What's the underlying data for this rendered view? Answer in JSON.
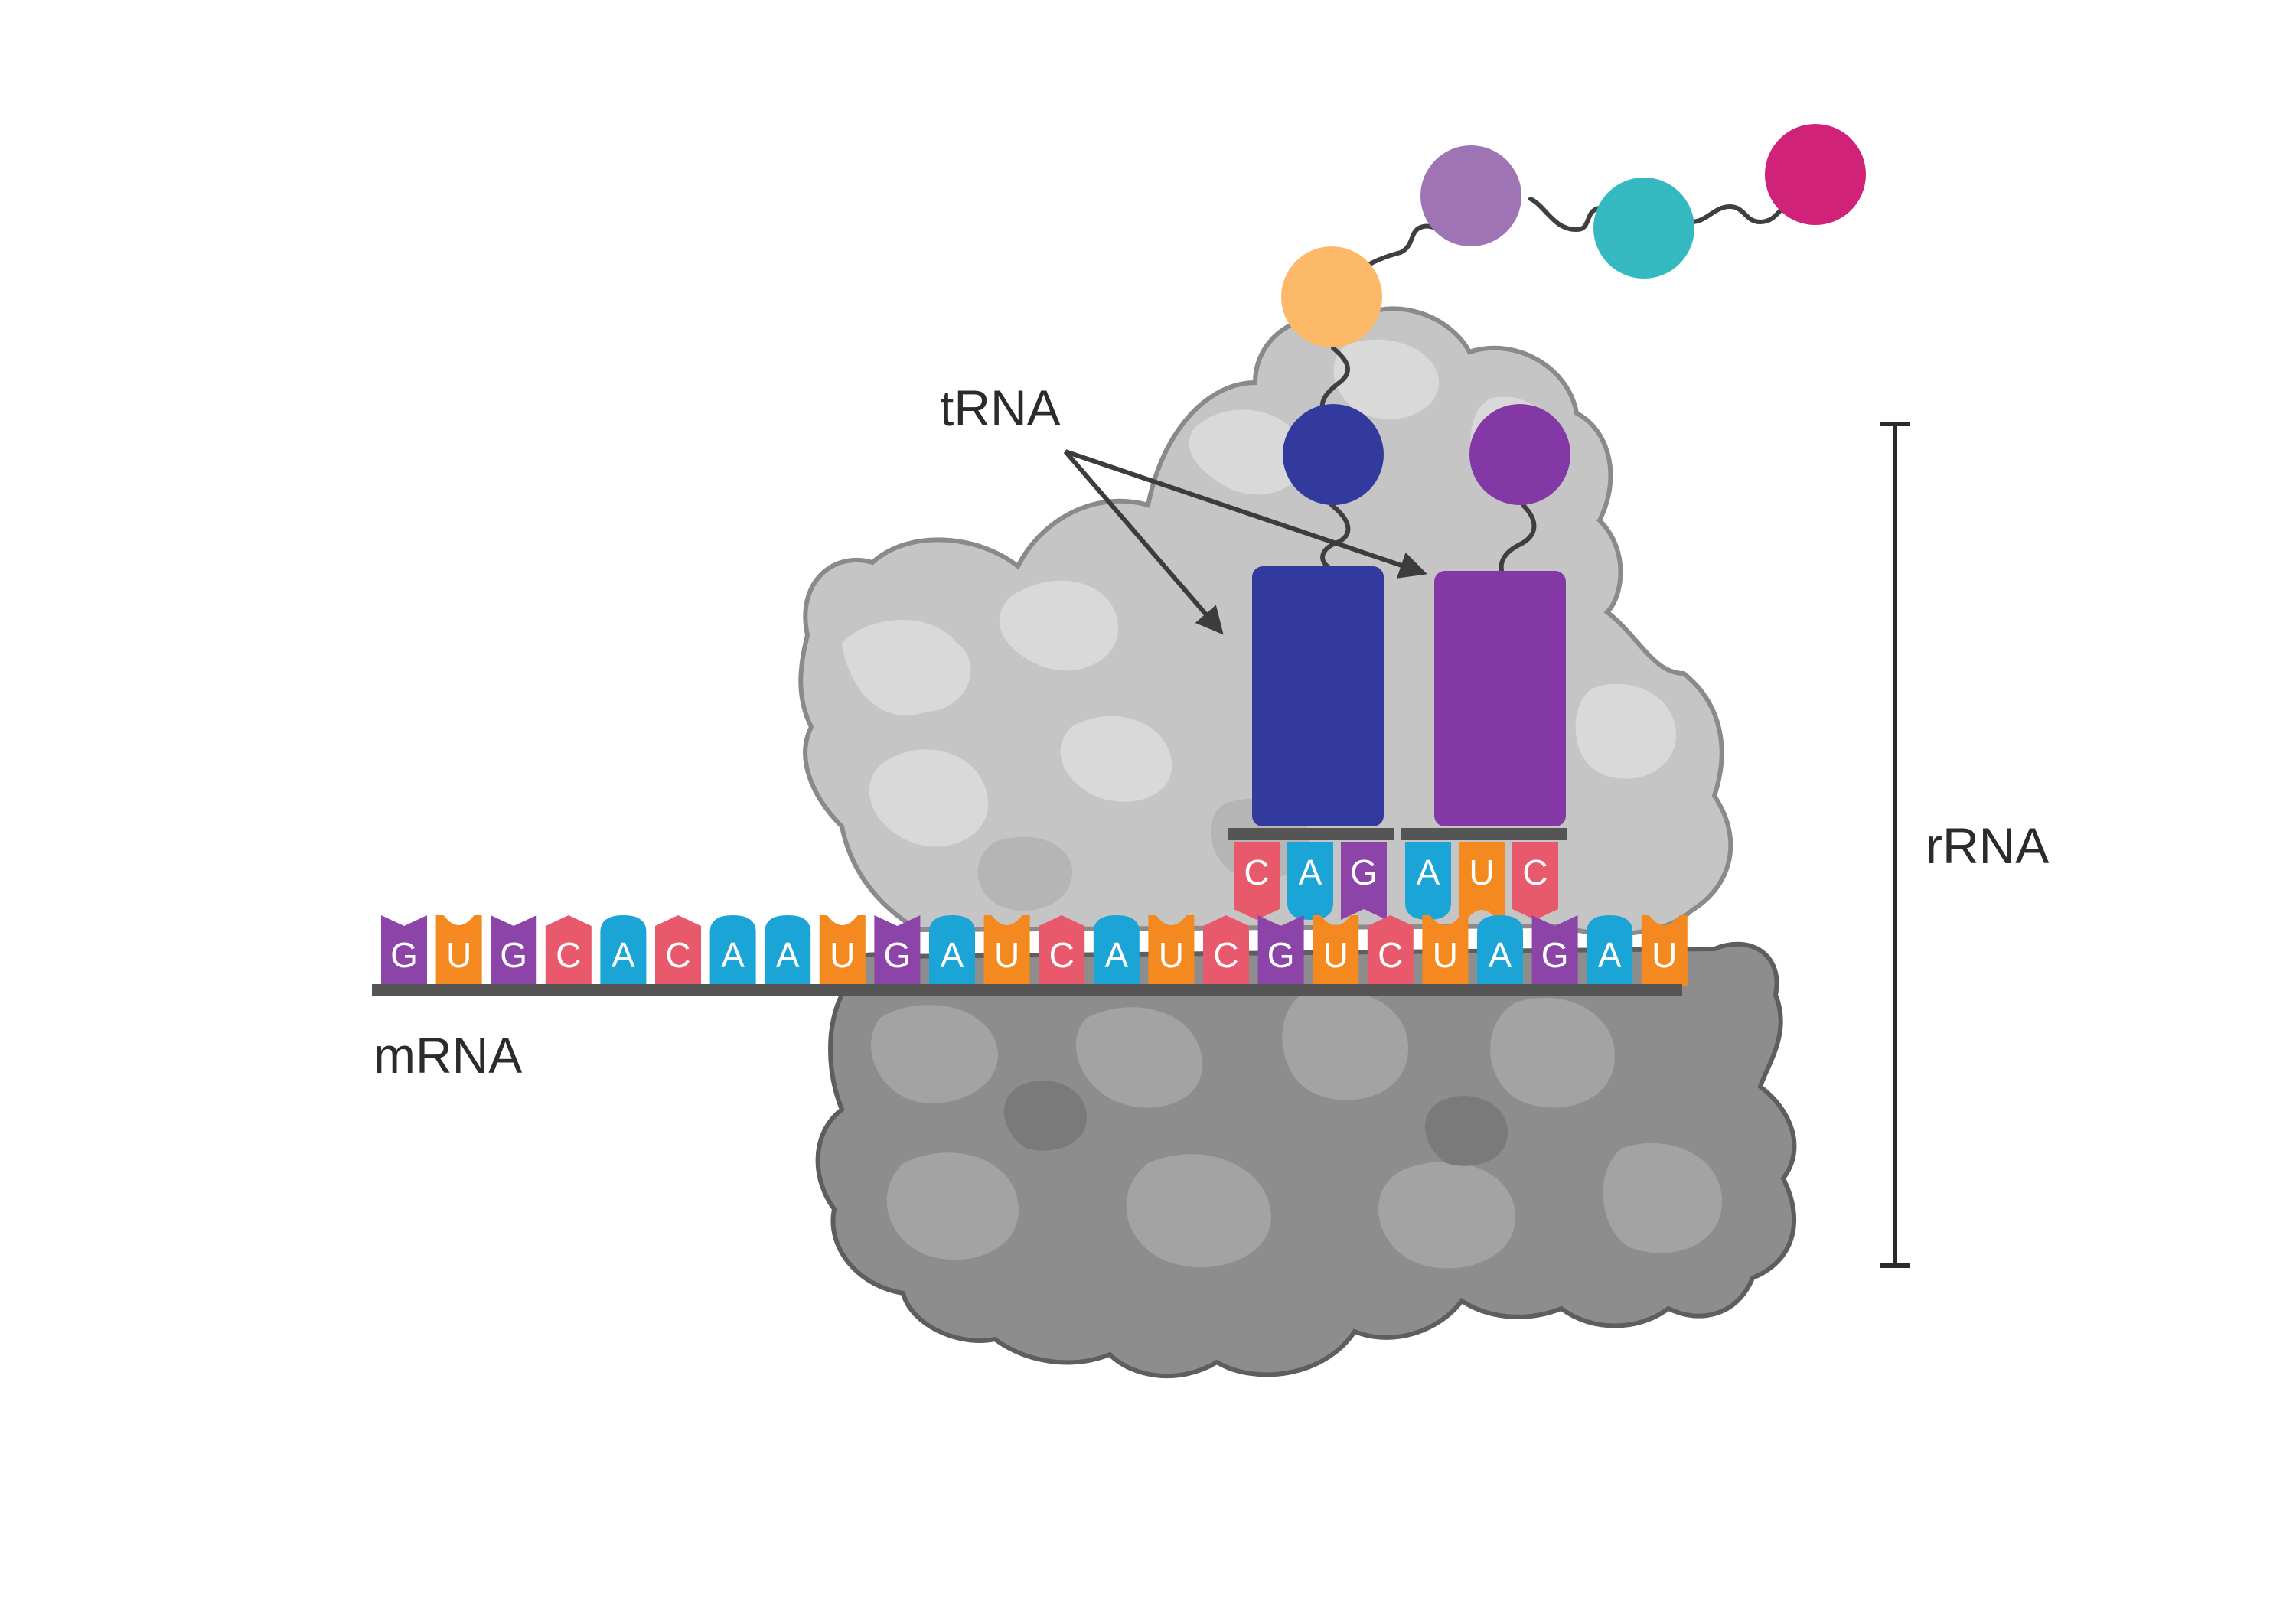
{
  "labels": {
    "trna": "tRNA",
    "mrna": "mRNA",
    "rrna": "rRNA"
  },
  "mrna_sequence": [
    "G",
    "U",
    "G",
    "C",
    "A",
    "C",
    "A",
    "A",
    "U",
    "G",
    "A",
    "U",
    "C",
    "A",
    "U",
    "C",
    "G",
    "U",
    "C",
    "U",
    "A",
    "G",
    "A",
    "U"
  ],
  "trna_anticodons": [
    {
      "bases": [
        "C",
        "A",
        "G"
      ],
      "color": "#333a9e"
    },
    {
      "bases": [
        "A",
        "U",
        "C"
      ],
      "color": "#8438a6"
    }
  ],
  "amino_acid_chain_colors": [
    "#fcba69",
    "#9e74b5",
    "#34b9c0",
    "#d1227a"
  ],
  "nucleotide_colors": {
    "G": "#8d44a8",
    "U": "#f48a1f",
    "C": "#e85a6b",
    "A": "#1aa5d6"
  },
  "ribosome_colors": {
    "large_subunit": "#c5c5c5",
    "small_subunit": "#8d8d8d"
  }
}
